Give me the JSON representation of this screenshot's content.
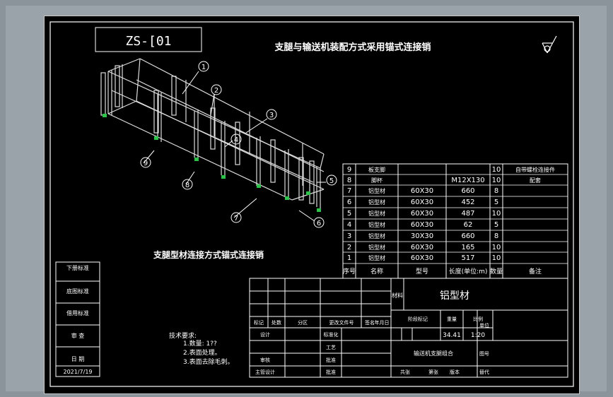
{
  "drawing_code": "ZS-[01",
  "title_main": "支腿与输送机装配方式采用锚式连接销",
  "subtitle_bottom": "支腿型材连接方式锚式连接销",
  "callouts": [
    "1",
    "2",
    "3",
    "4",
    "5",
    "6",
    "7",
    "8",
    "9"
  ],
  "bom": {
    "rows": [
      {
        "no": "9",
        "name": "板支脚",
        "spec": "",
        "len": "",
        "qty": "10",
        "note": "自带螺栓连接件"
      },
      {
        "no": "8",
        "name": "脚杯",
        "spec": "",
        "len": "M12X130",
        "qty": "10",
        "note": "配套"
      },
      {
        "no": "7",
        "name": "铝型材",
        "spec": "60X30",
        "len": "660",
        "qty": "8",
        "note": ""
      },
      {
        "no": "6",
        "name": "铝型材",
        "spec": "60X30",
        "len": "452",
        "qty": "5",
        "note": ""
      },
      {
        "no": "5",
        "name": "铝型材",
        "spec": "60X30",
        "len": "487",
        "qty": "10",
        "note": ""
      },
      {
        "no": "4",
        "name": "铝型材",
        "spec": "60X30",
        "len": "62",
        "qty": "5",
        "note": ""
      },
      {
        "no": "3",
        "name": "铝型材",
        "spec": "30X30",
        "len": "660",
        "qty": "8",
        "note": ""
      },
      {
        "no": "2",
        "name": "铝型材",
        "spec": "60X30",
        "len": "165",
        "qty": "10",
        "note": ""
      },
      {
        "no": "1",
        "name": "铝型材",
        "spec": "60X30",
        "len": "517",
        "qty": "10",
        "note": ""
      }
    ],
    "header": {
      "no": "序号",
      "name": "名称",
      "spec": "型号",
      "len": "长度(单位:m)",
      "qty": "数量",
      "note": "备注"
    }
  },
  "left_column": [
    "下册标准",
    "底图标准",
    "借用标准",
    "审 查",
    "日 期"
  ],
  "date": "2021/7/19",
  "tech_req": {
    "title": "技术要求:",
    "items": [
      "1.数量: 1??",
      "2.表面处理。",
      "3.表面去除毛刺。"
    ]
  },
  "title_block": {
    "material_label": "材料",
    "material_value": "铝型材",
    "row_labels": [
      "标记",
      "处数",
      "分区",
      "更改文件号",
      "签名",
      "年月日"
    ],
    "roles": [
      "设计",
      "审核",
      "主管设计"
    ],
    "roles_right": [
      "标准化",
      "工艺",
      "批准",
      "批准"
    ],
    "stage_label": "阶段标记",
    "weight_label": "重量",
    "scale_label": "比例",
    "weight_value": "34.41",
    "scale_value": "1:20",
    "name": "输送机支腿组合",
    "sheet_total": "共张",
    "sheet_no": "第张",
    "version": "版本",
    "replace": "替代",
    "drawing_no_label": "图号",
    "unit_label": "单位"
  }
}
